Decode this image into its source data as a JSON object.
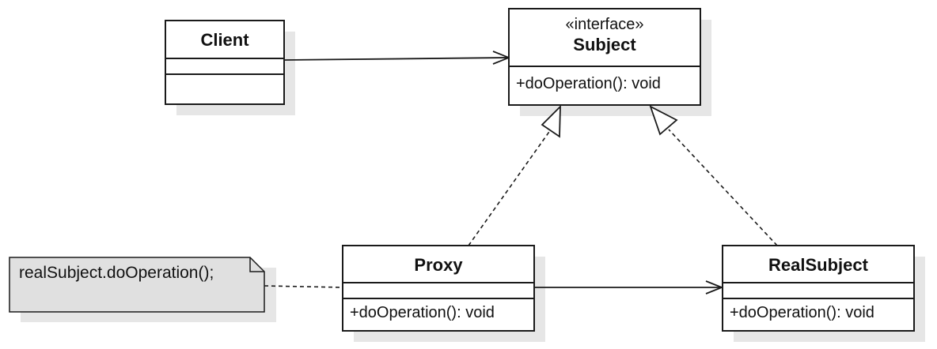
{
  "diagram": {
    "client": {
      "name": "Client"
    },
    "subject": {
      "stereotype": "«interface»",
      "name": "Subject",
      "operation": "+doOperation(): void"
    },
    "proxy": {
      "name": "Proxy",
      "operation": "+doOperation(): void"
    },
    "real_subject": {
      "name": "RealSubject",
      "operation": "+doOperation(): void"
    },
    "note": {
      "text": "realSubject.doOperation();"
    }
  }
}
